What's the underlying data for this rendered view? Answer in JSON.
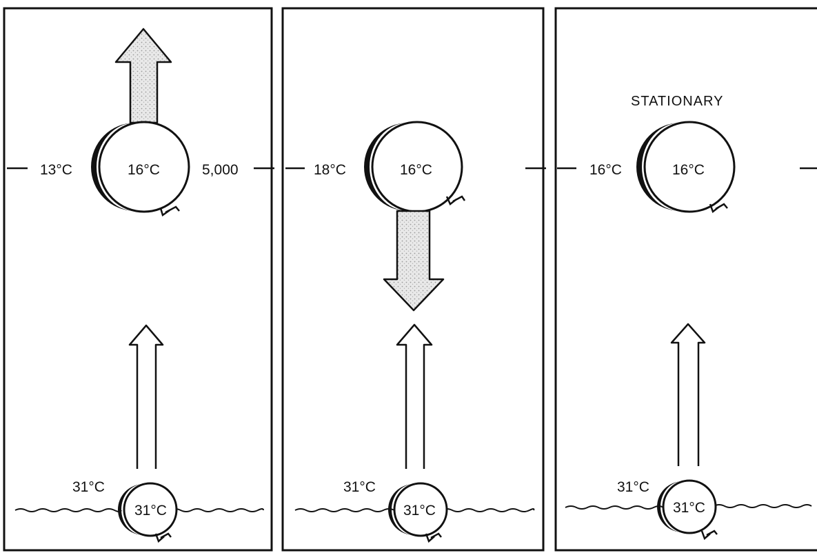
{
  "colors": {
    "ink": "#111111",
    "stipple": "#c9c9c9",
    "paper": "#ffffff"
  },
  "panels": [
    {
      "upper_air_temp": "13°C",
      "balloon_temp": "16°C",
      "altitude_label": "5,000",
      "status": "",
      "motion": "rising",
      "surface_air_temp": "31°C",
      "surface_balloon_temp": "31°C"
    },
    {
      "upper_air_temp": "18°C",
      "balloon_temp": "16°C",
      "altitude_label": "",
      "status": "",
      "motion": "sinking",
      "surface_air_temp": "31°C",
      "surface_balloon_temp": "31°C"
    },
    {
      "upper_air_temp": "16°C",
      "balloon_temp": "16°C",
      "altitude_label": "",
      "status": "STATIONARY",
      "motion": "stationary",
      "surface_air_temp": "31°C",
      "surface_balloon_temp": "31°C"
    }
  ]
}
